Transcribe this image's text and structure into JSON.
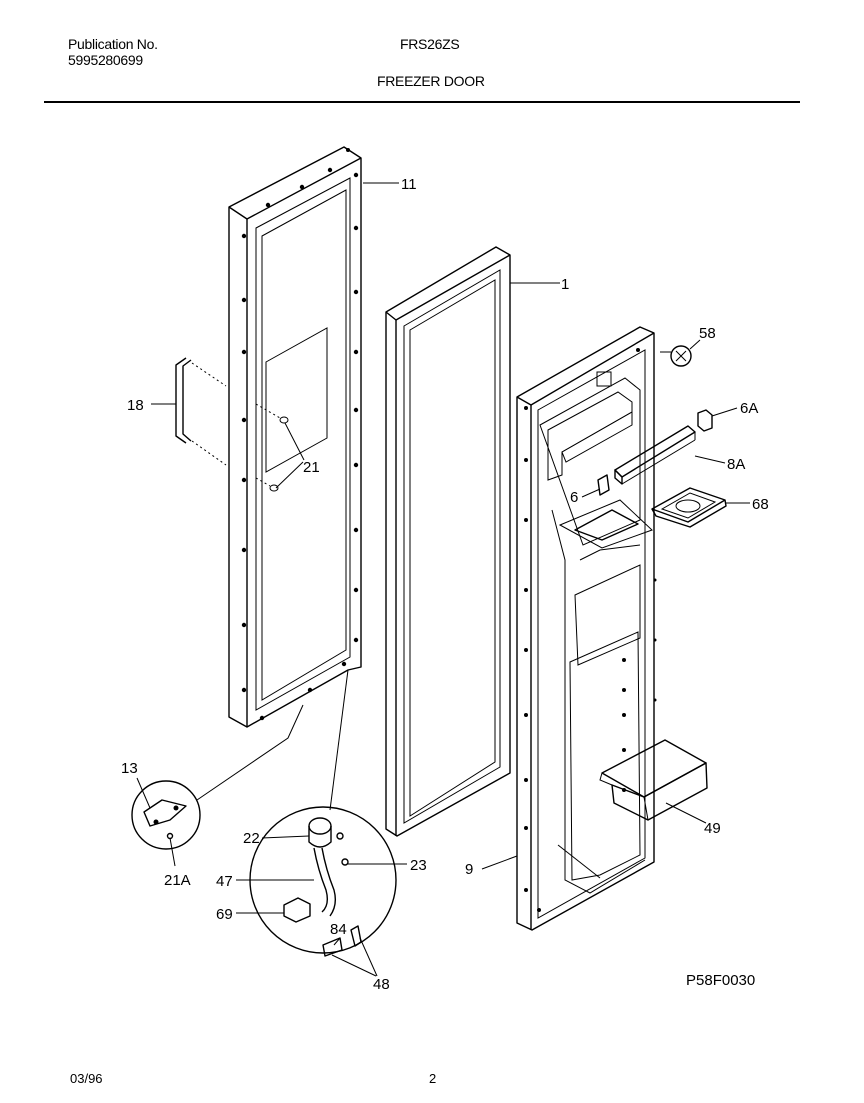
{
  "header": {
    "publication_label": "Publication No.",
    "publication_number": "5995280699",
    "model": "FRS26ZS",
    "section_title": "FREEZER DOOR"
  },
  "parts": {
    "p11": "11",
    "p1": "1",
    "p58": "58",
    "p6A": "6A",
    "p8A": "8A",
    "p6": "6",
    "p68": "68",
    "p18": "18",
    "p21": "21",
    "p13": "13",
    "p21A": "21A",
    "p22": "22",
    "p23": "23",
    "p47": "47",
    "p69": "69",
    "p84": "84",
    "p48": "48",
    "p9": "9",
    "p49": "49"
  },
  "diagram_code": "P58F0030",
  "footer": {
    "date": "03/96",
    "page": "2"
  }
}
